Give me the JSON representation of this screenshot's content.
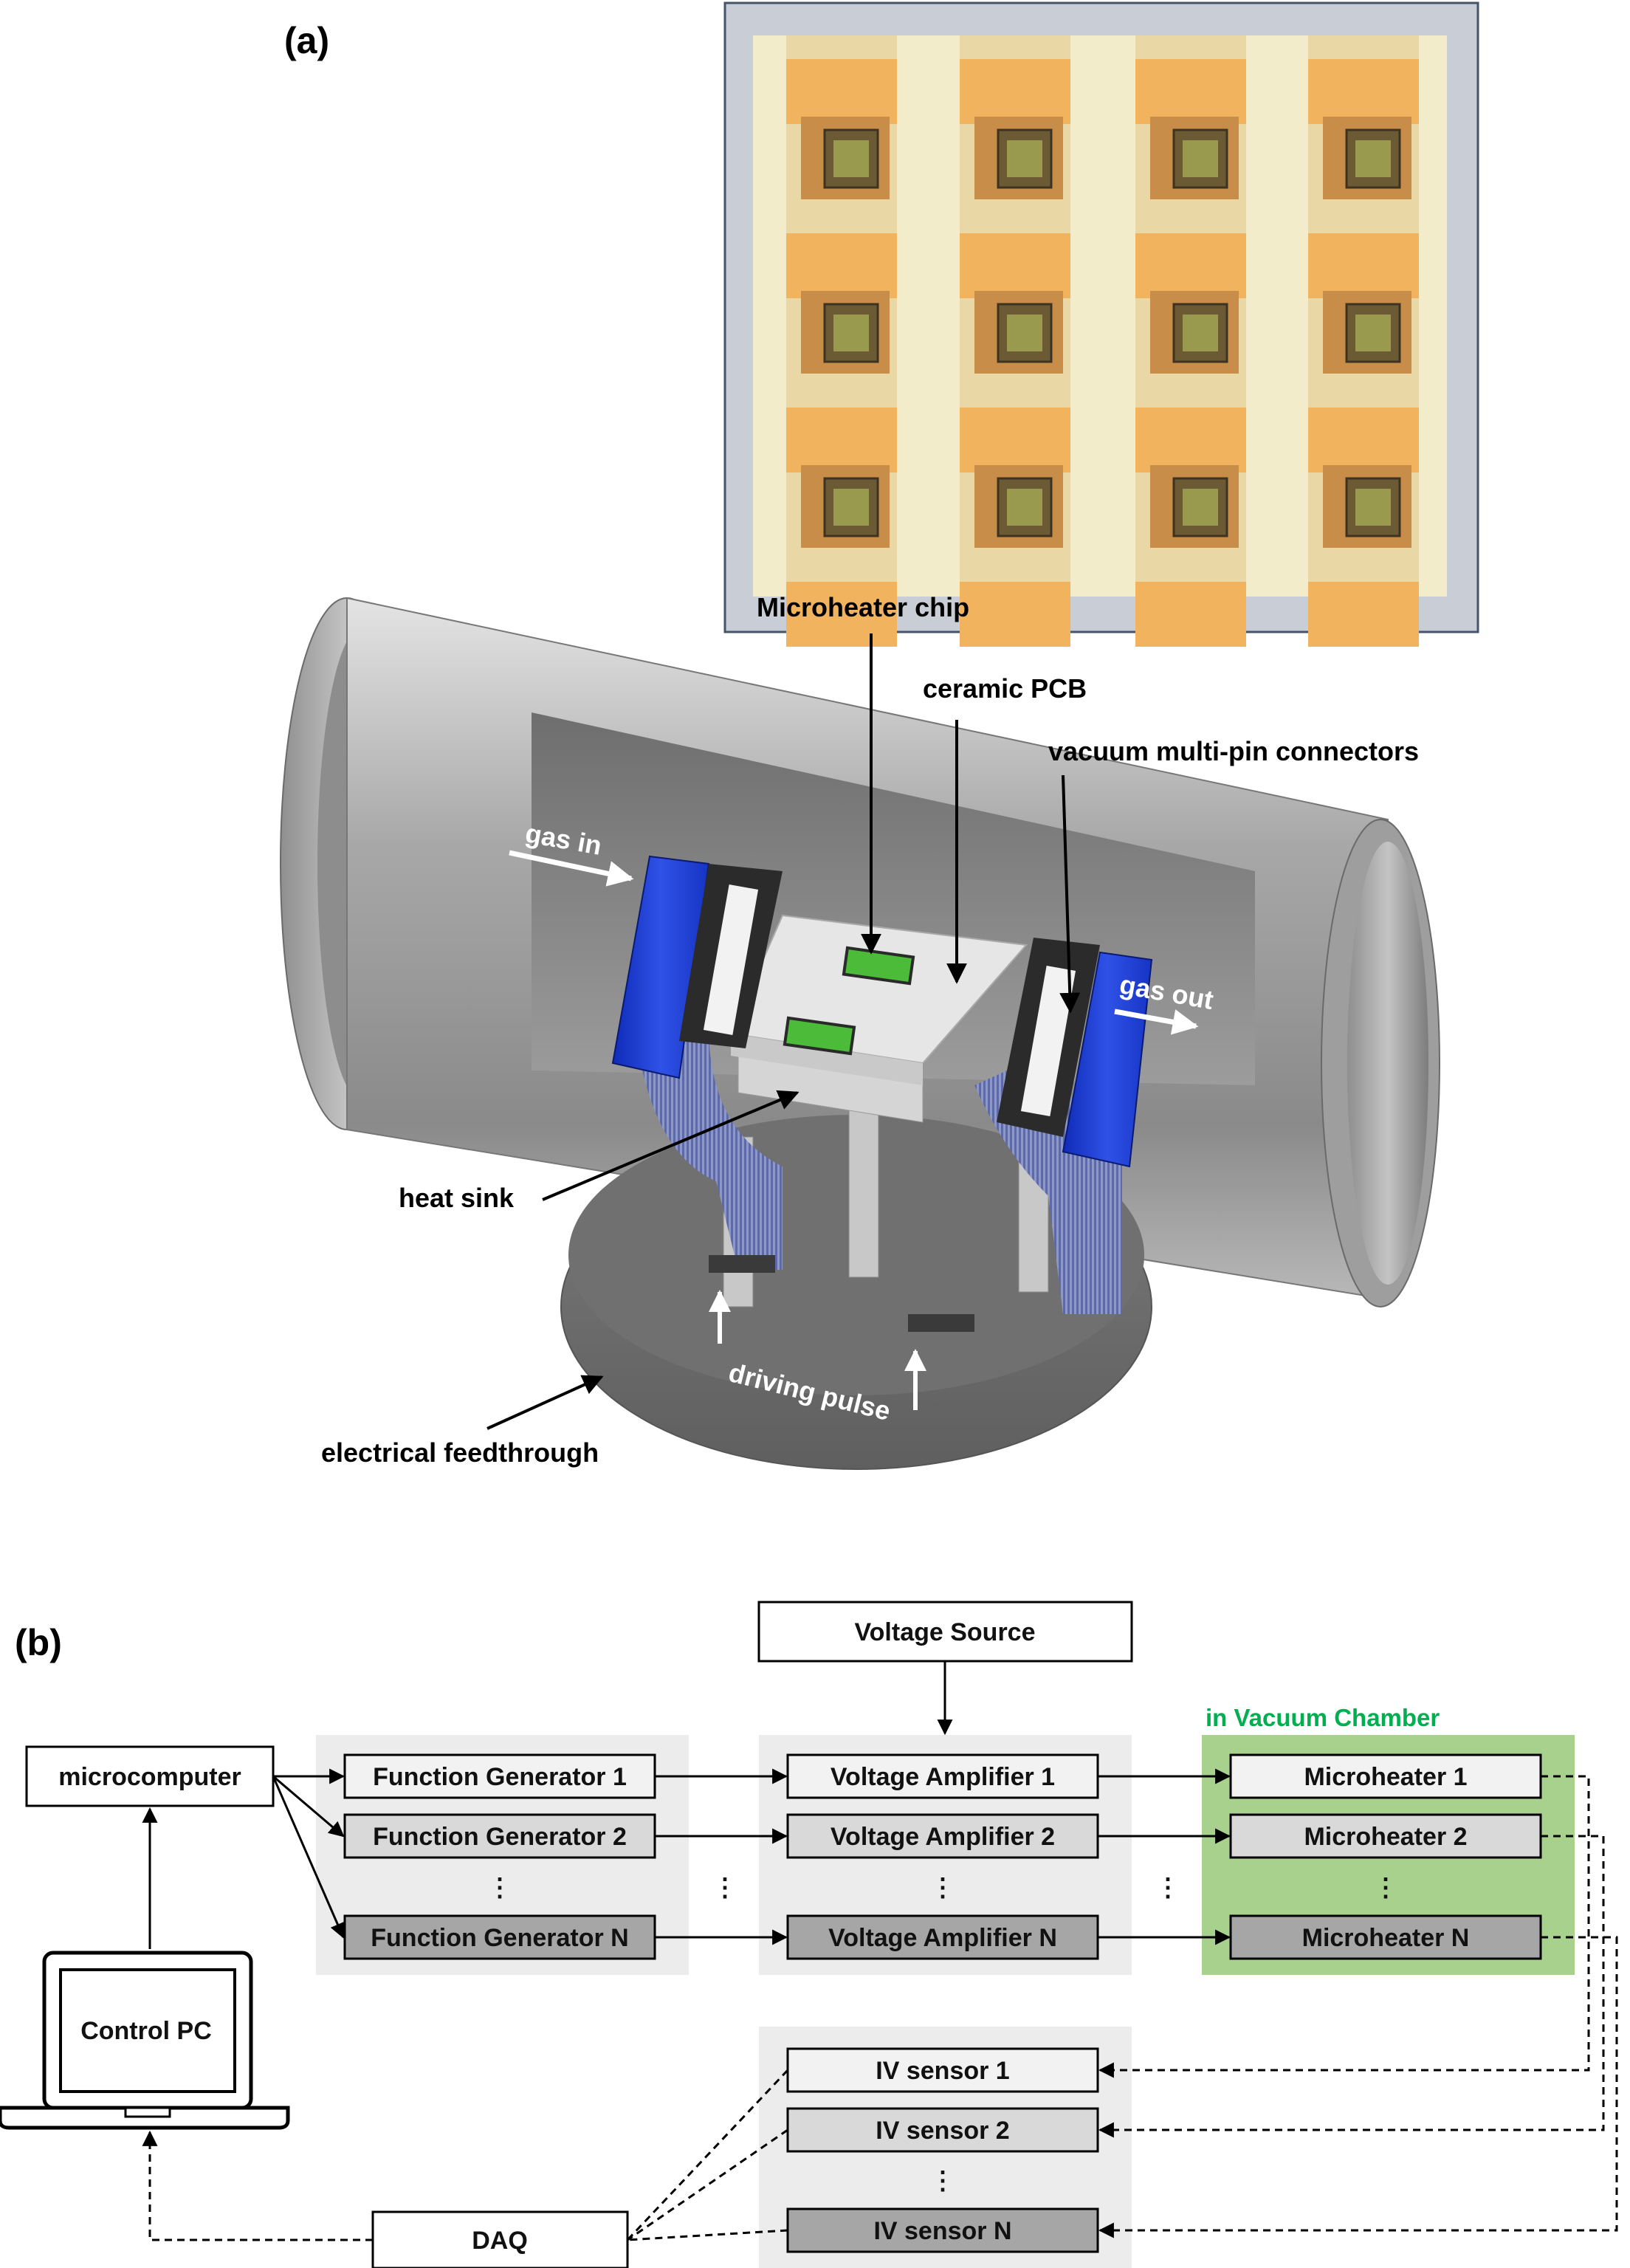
{
  "panel_a": {
    "panel_label": "(a)",
    "labels": {
      "microheater_chip": "Microheater chip",
      "ceramic_pcb": "ceramic PCB",
      "vacuum_connectors": "vacuum multi-pin connectors",
      "gas_in": "gas in",
      "gas_out": "gas out",
      "heat_sink": "heat sink",
      "driving_pulse": "driving pulse",
      "electrical_feedthrough": "electrical feedthrough"
    }
  },
  "panel_b": {
    "panel_label": "(b)",
    "voltage_source": "Voltage Source",
    "microcomputer": "microcomputer",
    "control_pc": "Control PC",
    "daq": "DAQ",
    "vacuum_chamber_title": "in Vacuum Chamber",
    "function_generators": [
      "Function Generator 1",
      "Function Generator 2",
      "Function Generator N"
    ],
    "voltage_amplifiers": [
      "Voltage Amplifier 1",
      "Voltage Amplifier 2",
      "Voltage Amplifier N"
    ],
    "microheaters": [
      "Microheater 1",
      "Microheater 2",
      "Microheater N"
    ],
    "iv_sensors": [
      "IV sensor 1",
      "IV sensor 2",
      "IV sensor N"
    ],
    "ellipsis": "⋮"
  },
  "colors": {
    "group_bg": "#ececec",
    "vacuum_green": "#a9d18e",
    "vacuum_title": "#00b050",
    "box_row1": "#f2f2f2",
    "box_row2": "#d9d9d9",
    "box_rowN": "#a6a6a6",
    "chip_orange": "#f2b35e",
    "chip_bg": "#f3eccb",
    "chamber_gray": "#9a9a9a",
    "connector_blue": "#1f3fd1"
  }
}
